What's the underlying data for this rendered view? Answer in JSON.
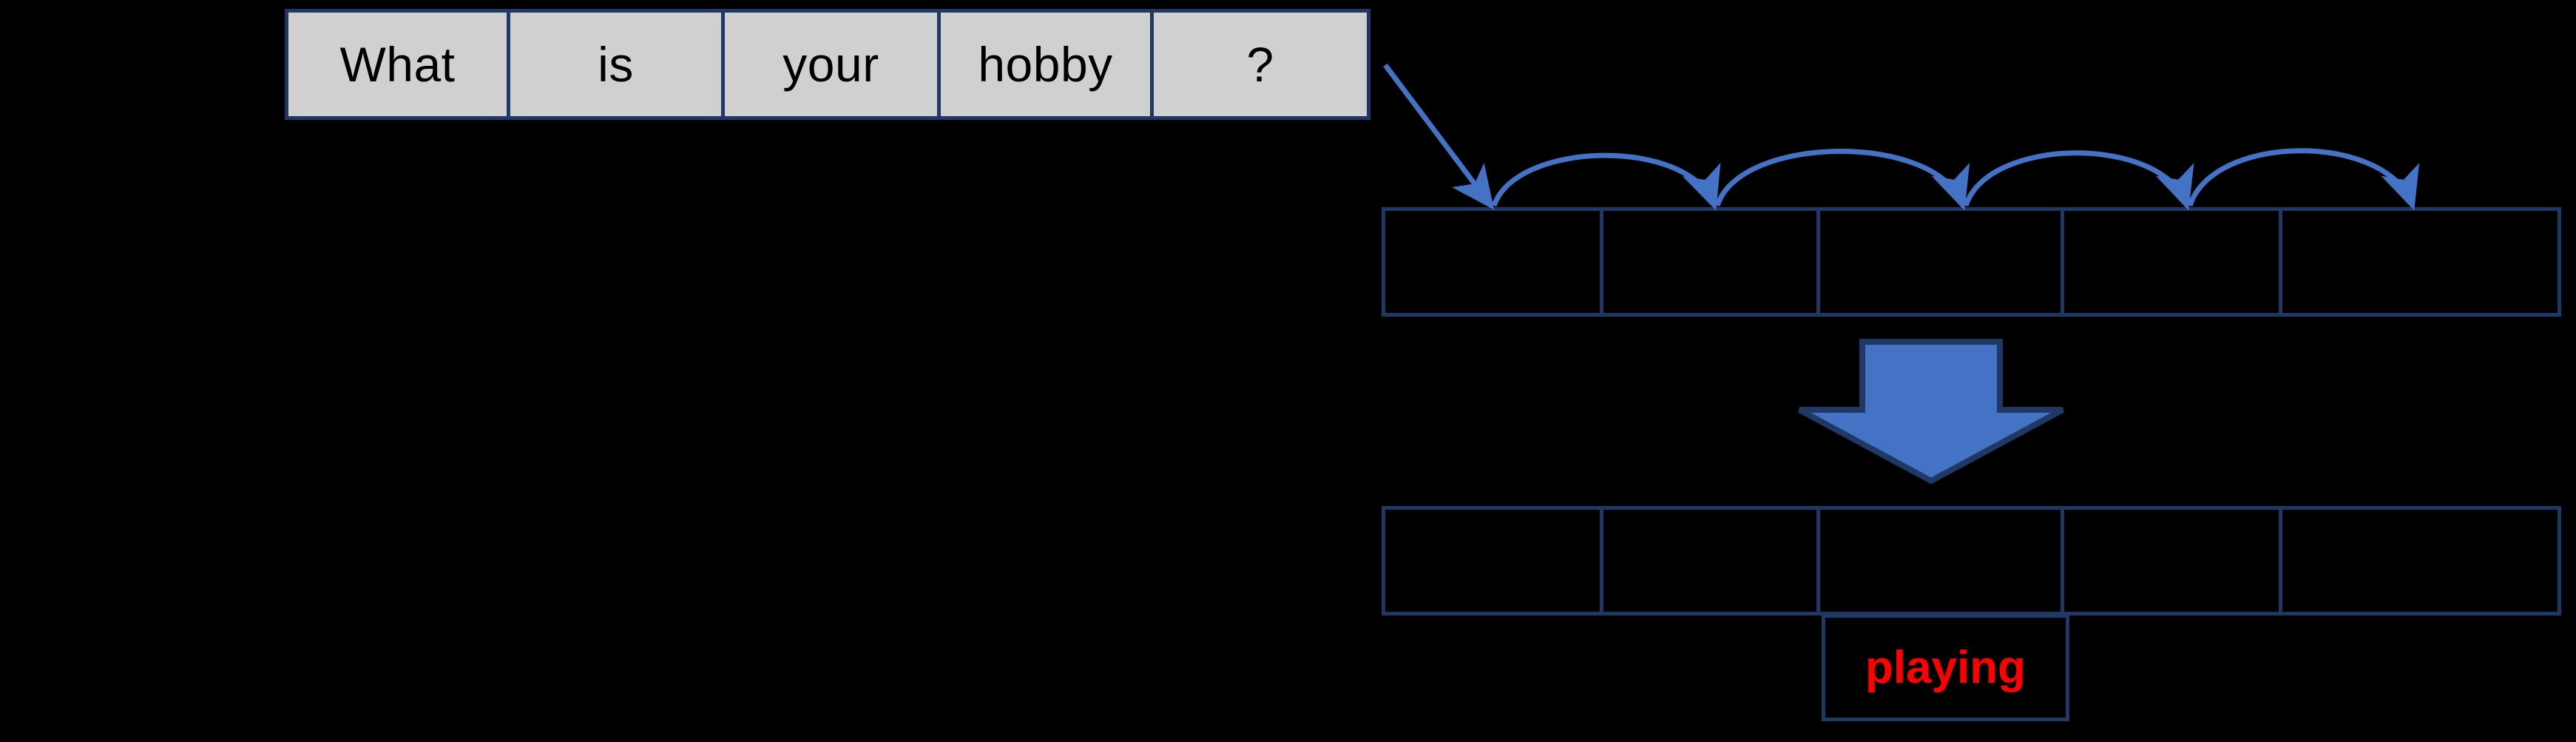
{
  "diagram": {
    "title": "seq2seq encoder-decoder word strip diagram",
    "background_color": "#000000",
    "accent_blue": "#4472C4",
    "border_navy": "#1F3864",
    "cell_gray": "#D0D0D0",
    "highlight_red": "#FF0000"
  },
  "question_strip": {
    "name": "input-sentence-tokens",
    "cells": [
      {
        "label": "What"
      },
      {
        "label": "is"
      },
      {
        "label": "your"
      },
      {
        "label": "hobby"
      },
      {
        "label": "?"
      }
    ]
  },
  "encoder_strip": {
    "name": "encoder-states",
    "cells": [
      {
        "label": ""
      },
      {
        "label": ""
      },
      {
        "label": ""
      },
      {
        "label": ""
      },
      {
        "label": ""
      }
    ]
  },
  "decoder_strip": {
    "name": "decoder-states",
    "cells": [
      {
        "label": ""
      },
      {
        "label": ""
      },
      {
        "label": ""
      },
      {
        "label": ""
      },
      {
        "label": ""
      }
    ]
  },
  "output_box": {
    "word": "playing"
  },
  "arrows": {
    "feed_arrow": {
      "icon": "diagonal-arrow-icon"
    },
    "recurrent_arcs": [
      {
        "icon": "curved-arrow-icon"
      },
      {
        "icon": "curved-arrow-icon"
      },
      {
        "icon": "curved-arrow-icon"
      },
      {
        "icon": "curved-arrow-icon"
      }
    ],
    "transfer_arrow": {
      "icon": "down-block-arrow-icon"
    }
  }
}
